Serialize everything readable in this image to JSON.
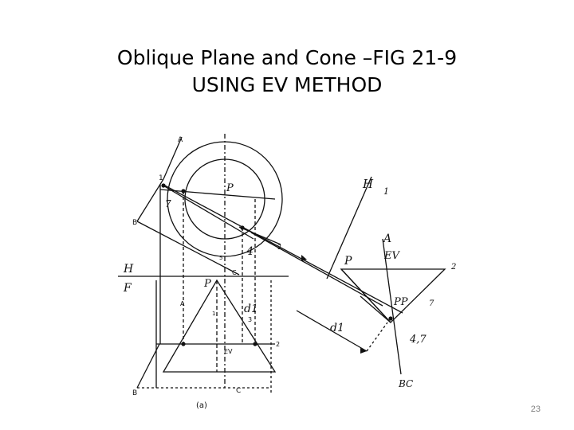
{
  "slide": {
    "title_line1": "Oblique Plane and Cone –FIG 21-9",
    "title_line2": "USING EV METHOD",
    "page_number": "23"
  },
  "figure": {
    "labels": {
      "a_top": "A",
      "one": "1",
      "p_top": "P",
      "seven": "7",
      "b_left": "B",
      "four": "4",
      "two_mid": "2",
      "five": "5",
      "c_mid": "C",
      "h": "H",
      "f": "F",
      "p_front": "P",
      "a_front": "A",
      "one_front": "1",
      "d1_front": "d1",
      "three_front": "3",
      "ev_front": "EV",
      "two_front": "2",
      "b_bottom": "B",
      "c_bottom": "C",
      "caption": "(a)",
      "h_aux": "H",
      "one_aux": "1",
      "a_aux": "A",
      "ev_aux": "EV",
      "p_aux": "P",
      "two_aux": "2",
      "pp_aux": "PP",
      "seven_aux": "7",
      "d1_aux": "d1",
      "four_seven": "4,7",
      "bc_aux": "BC"
    }
  }
}
